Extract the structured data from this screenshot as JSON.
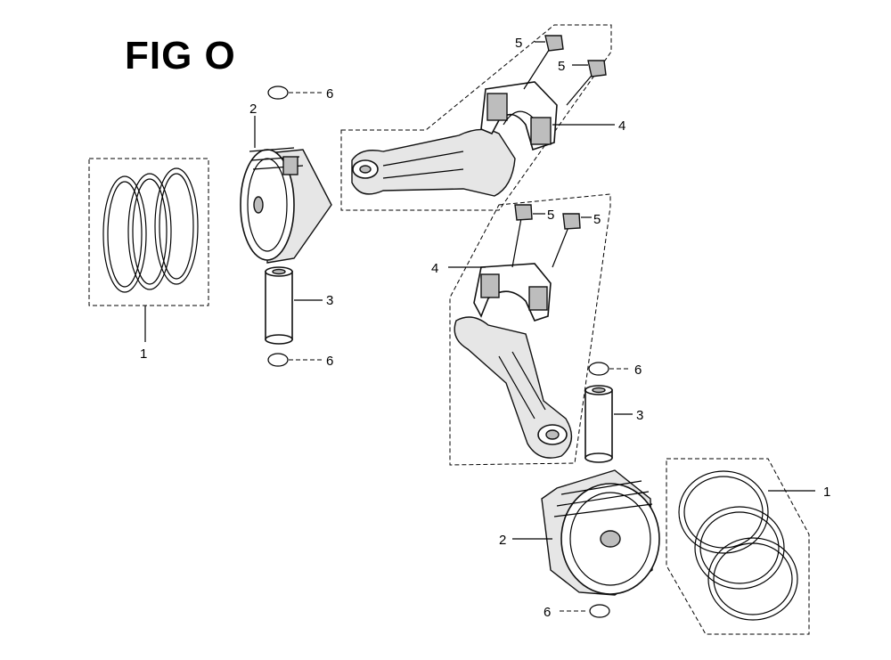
{
  "figure": {
    "title": "FIG O"
  },
  "callouts": {
    "c1a": "1",
    "c1b": "1",
    "c2a": "2",
    "c2b": "2",
    "c3a": "3",
    "c3b": "3",
    "c4a": "4",
    "c4b": "4",
    "c5a": "5",
    "c5b": "5",
    "c5c": "5",
    "c5d": "5",
    "c6a": "6",
    "c6b": "6",
    "c6c": "6",
    "c6d": "6"
  }
}
